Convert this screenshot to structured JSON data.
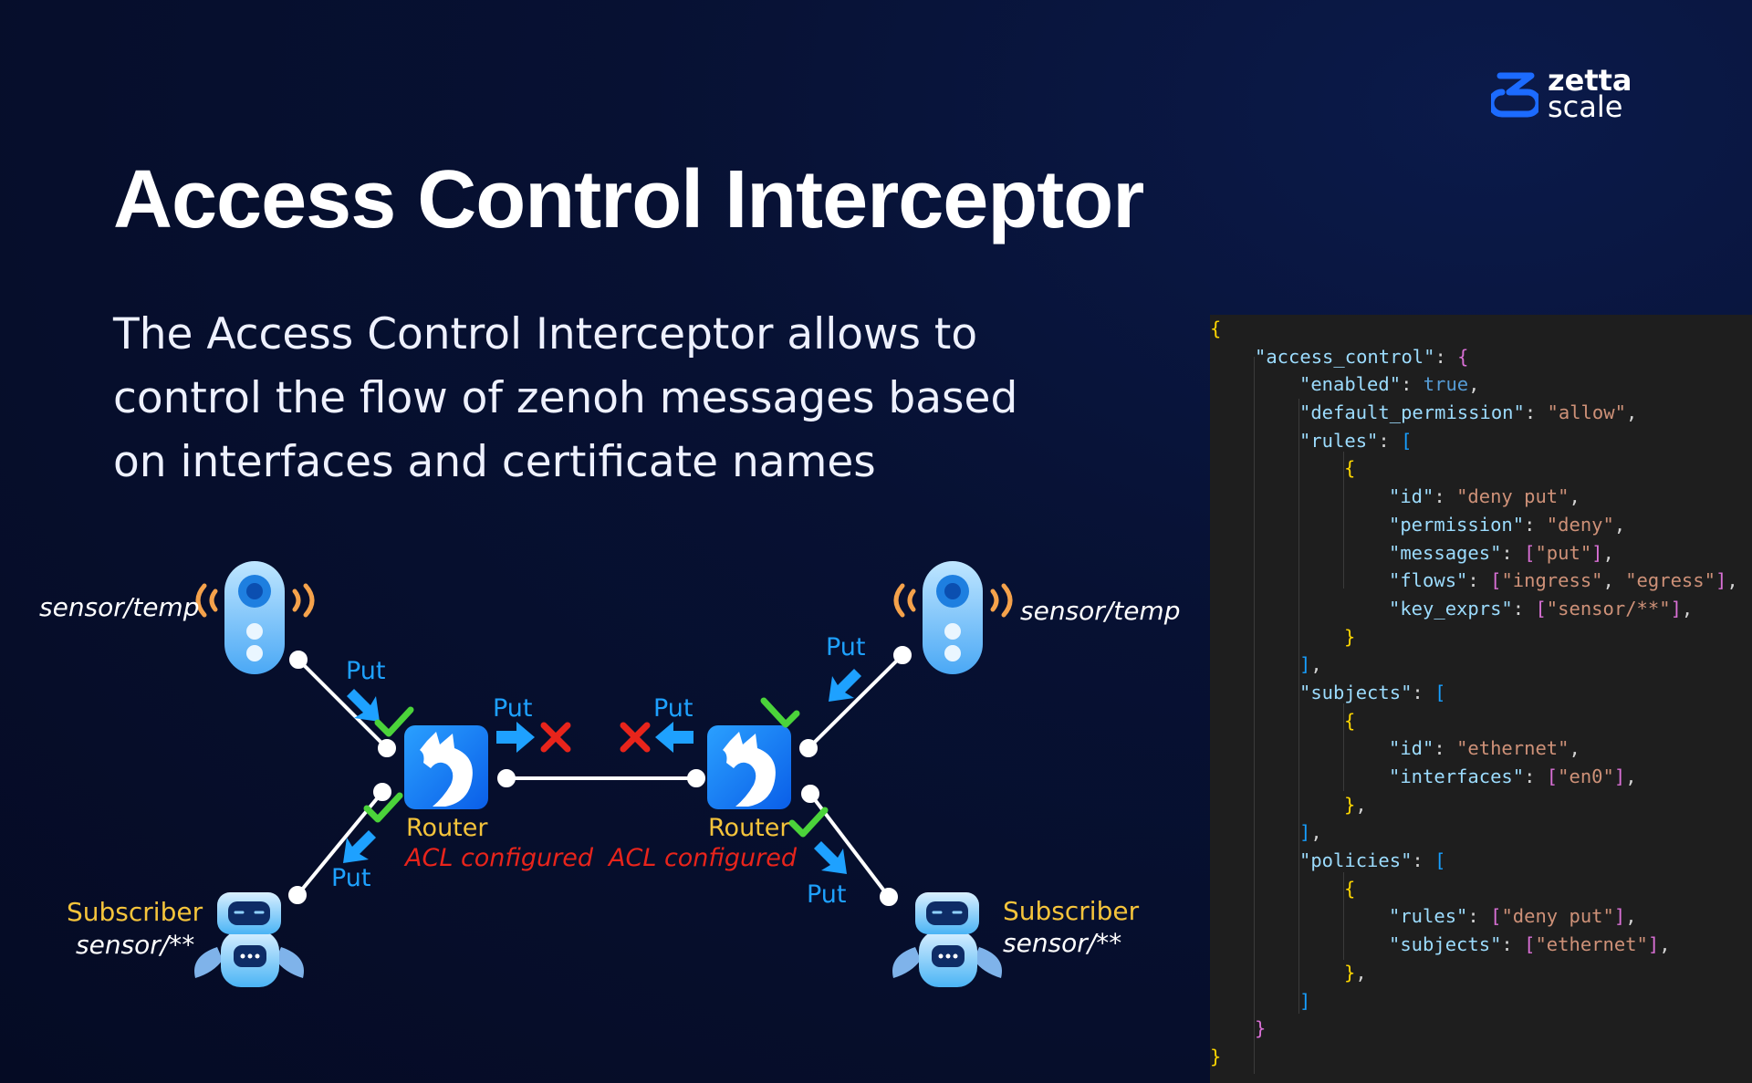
{
  "logo": {
    "line1": "zetta",
    "line2": "scale"
  },
  "title": "Access Control Interceptor",
  "subtitle": "The Access Control Interceptor allows to control the flow of zenoh messages  based on interfaces and certificate names",
  "diagram": {
    "left_sensor_label": "sensor/temp",
    "right_sensor_label": "sensor/temp",
    "left_subscriber_label": "Subscriber",
    "left_subscriber_key": "sensor/**",
    "right_subscriber_label": "Subscriber",
    "right_subscriber_key": "sensor/**",
    "left_router_label": "Router",
    "right_router_label": "Router",
    "acl_left": "ACL configured",
    "acl_right": "ACL configured",
    "put_label": "Put",
    "colors": {
      "router": "#1677ff",
      "label_yellow": "#f5c43b",
      "put_blue": "#1ea1ff",
      "acl_red": "#e8241b",
      "check_green": "#4bd33a"
    }
  },
  "code": [
    {
      "indent": 0,
      "text": "{",
      "cls": "y"
    },
    {
      "indent": 1,
      "tokens": [
        [
          "\"access_control\"",
          "k"
        ],
        [
          ": ",
          "p"
        ],
        [
          "{",
          "m"
        ]
      ]
    },
    {
      "indent": 2,
      "tokens": [
        [
          "\"enabled\"",
          "k"
        ],
        [
          ": ",
          "p"
        ],
        [
          "true",
          "b"
        ],
        [
          ",",
          "p"
        ]
      ]
    },
    {
      "indent": 2,
      "tokens": [
        [
          "\"default_permission\"",
          "k"
        ],
        [
          ": ",
          "p"
        ],
        [
          "\"allow\"",
          "s"
        ],
        [
          ",",
          "p"
        ]
      ]
    },
    {
      "indent": 2,
      "tokens": [
        [
          "\"rules\"",
          "k"
        ],
        [
          ": ",
          "p"
        ],
        [
          "[",
          "bl"
        ]
      ]
    },
    {
      "indent": 3,
      "tokens": [
        [
          "{",
          "y"
        ]
      ]
    },
    {
      "indent": 4,
      "tokens": [
        [
          "\"id\"",
          "k"
        ],
        [
          ": ",
          "p"
        ],
        [
          "\"deny put\"",
          "s"
        ],
        [
          ",",
          "p"
        ]
      ]
    },
    {
      "indent": 4,
      "tokens": [
        [
          "\"permission\"",
          "k"
        ],
        [
          ": ",
          "p"
        ],
        [
          "\"deny\"",
          "s"
        ],
        [
          ",",
          "p"
        ]
      ]
    },
    {
      "indent": 4,
      "tokens": [
        [
          "\"messages\"",
          "k"
        ],
        [
          ": ",
          "p"
        ],
        [
          "[",
          "m"
        ],
        [
          "\"put\"",
          "s"
        ],
        [
          "]",
          "m"
        ],
        [
          ",",
          "p"
        ]
      ]
    },
    {
      "indent": 4,
      "tokens": [
        [
          "\"flows\"",
          "k"
        ],
        [
          ": ",
          "p"
        ],
        [
          "[",
          "m"
        ],
        [
          "\"ingress\"",
          "s"
        ],
        [
          ", ",
          "p"
        ],
        [
          "\"egress\"",
          "s"
        ],
        [
          "]",
          "m"
        ],
        [
          ",",
          "p"
        ]
      ]
    },
    {
      "indent": 4,
      "tokens": [
        [
          "\"key_exprs\"",
          "k"
        ],
        [
          ": ",
          "p"
        ],
        [
          "[",
          "m"
        ],
        [
          "\"sensor/**\"",
          "s"
        ],
        [
          "]",
          "m"
        ],
        [
          ",",
          "p"
        ]
      ]
    },
    {
      "indent": 3,
      "tokens": [
        [
          "}",
          "y"
        ]
      ]
    },
    {
      "indent": 2,
      "tokens": [
        [
          "]",
          "bl"
        ],
        [
          ",",
          "p"
        ]
      ]
    },
    {
      "indent": 2,
      "tokens": [
        [
          "\"subjects\"",
          "k"
        ],
        [
          ": ",
          "p"
        ],
        [
          "[",
          "bl"
        ]
      ]
    },
    {
      "indent": 3,
      "tokens": [
        [
          "{",
          "y"
        ]
      ]
    },
    {
      "indent": 4,
      "tokens": [
        [
          "\"id\"",
          "k"
        ],
        [
          ": ",
          "p"
        ],
        [
          "\"ethernet\"",
          "s"
        ],
        [
          ",",
          "p"
        ]
      ]
    },
    {
      "indent": 4,
      "tokens": [
        [
          "\"interfaces\"",
          "k"
        ],
        [
          ": ",
          "p"
        ],
        [
          "[",
          "m"
        ],
        [
          "\"en0\"",
          "s"
        ],
        [
          "]",
          "m"
        ],
        [
          ",",
          "p"
        ]
      ]
    },
    {
      "indent": 3,
      "tokens": [
        [
          "}",
          "y"
        ],
        [
          ",",
          "p"
        ]
      ]
    },
    {
      "indent": 2,
      "tokens": [
        [
          "]",
          "bl"
        ],
        [
          ",",
          "p"
        ]
      ]
    },
    {
      "indent": 2,
      "tokens": [
        [
          "\"policies\"",
          "k"
        ],
        [
          ": ",
          "p"
        ],
        [
          "[",
          "bl"
        ]
      ]
    },
    {
      "indent": 3,
      "tokens": [
        [
          "{",
          "y"
        ]
      ]
    },
    {
      "indent": 4,
      "tokens": [
        [
          "\"rules\"",
          "k"
        ],
        [
          ": ",
          "p"
        ],
        [
          "[",
          "m"
        ],
        [
          "\"deny put\"",
          "s"
        ],
        [
          "]",
          "m"
        ],
        [
          ",",
          "p"
        ]
      ]
    },
    {
      "indent": 4,
      "tokens": [
        [
          "\"subjects\"",
          "k"
        ],
        [
          ": ",
          "p"
        ],
        [
          "[",
          "m"
        ],
        [
          "\"ethernet\"",
          "s"
        ],
        [
          "]",
          "m"
        ],
        [
          ",",
          "p"
        ]
      ]
    },
    {
      "indent": 3,
      "tokens": [
        [
          "}",
          "y"
        ],
        [
          ",",
          "p"
        ]
      ]
    },
    {
      "indent": 2,
      "tokens": [
        [
          "]",
          "bl"
        ]
      ]
    },
    {
      "indent": 1,
      "tokens": [
        [
          "}",
          "m"
        ]
      ]
    },
    {
      "indent": 0,
      "tokens": [
        [
          "}",
          "y"
        ]
      ]
    }
  ]
}
